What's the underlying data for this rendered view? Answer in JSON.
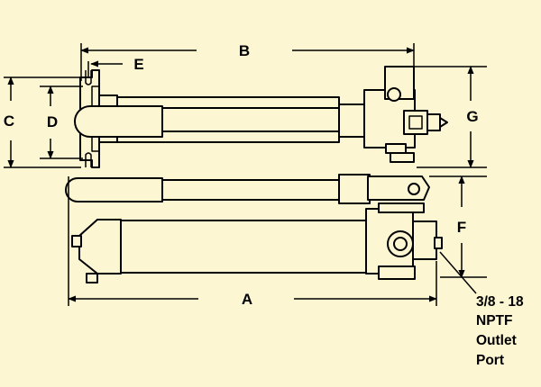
{
  "diagram": {
    "background_color": "#fdf6d2",
    "line_color": "#000000",
    "labels": {
      "a": "A",
      "b": "B",
      "c": "C",
      "d": "D",
      "e": "E",
      "f": "F",
      "g": "G"
    },
    "outlet_port_note": [
      "3/8 - 18",
      "NPTF",
      "Outlet",
      "Port"
    ]
  }
}
